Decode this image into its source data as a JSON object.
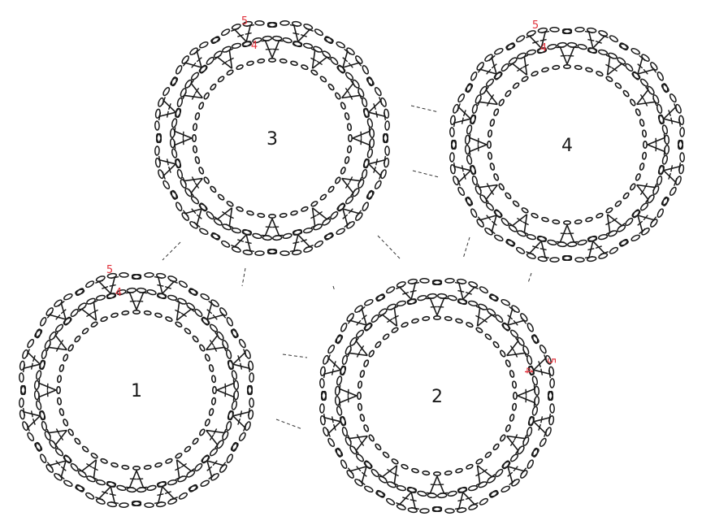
{
  "diagram": {
    "motifs": [
      {
        "id": "1",
        "number": "1"
      },
      {
        "id": "2",
        "number": "2"
      },
      {
        "id": "3",
        "number": "3"
      },
      {
        "id": "4",
        "number": "4"
      }
    ],
    "round_labels": {
      "outer": "5",
      "inner": "4"
    },
    "colors": {
      "line": "#1a1a1a",
      "round_label": "#e0303a",
      "join": "#333333",
      "background": "#ffffff"
    }
  }
}
